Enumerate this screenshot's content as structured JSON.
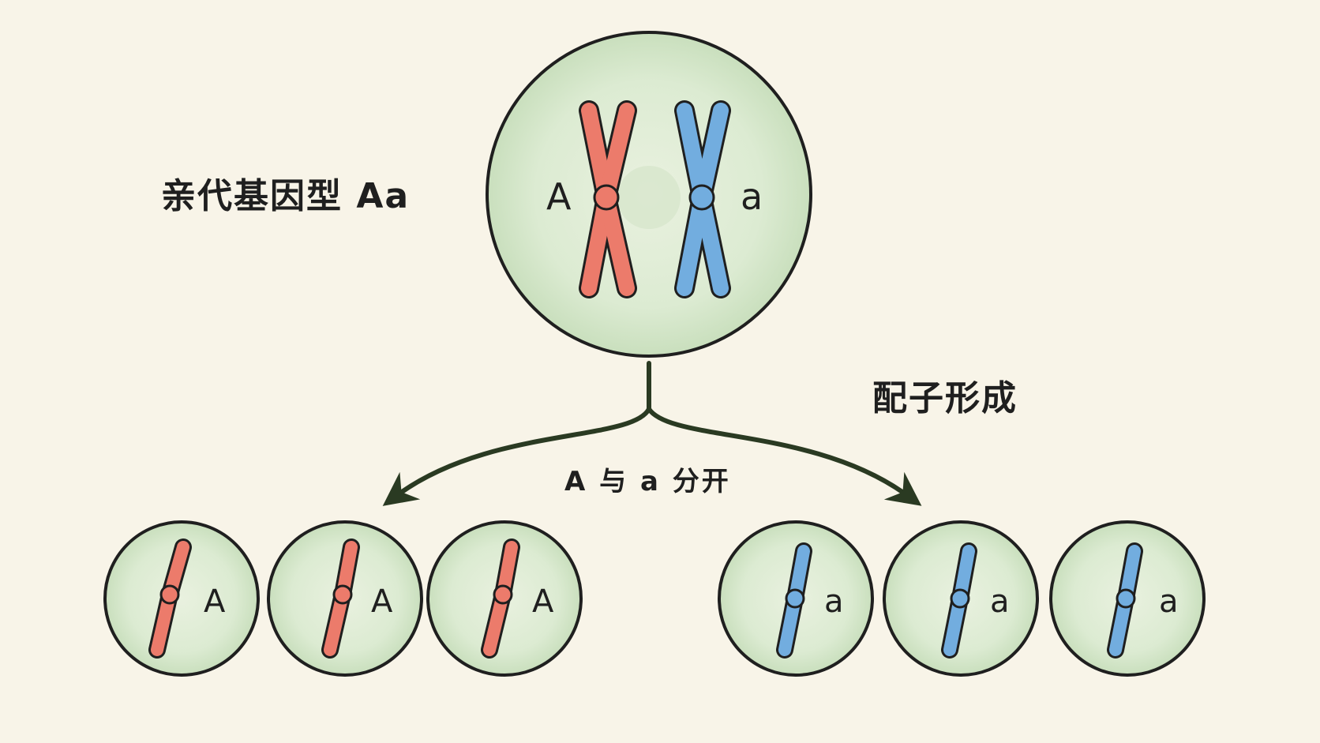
{
  "labels": {
    "parent_genotype": "亲代基因型 Aa",
    "gamete_formation": "配子形成",
    "separation": "A 与 a 分开"
  },
  "parent_cell": {
    "left_allele": "A",
    "right_allele": "a"
  },
  "gametes": [
    {
      "allele": "A"
    },
    {
      "allele": "A"
    },
    {
      "allele": "A"
    },
    {
      "allele": "a"
    },
    {
      "allele": "a"
    },
    {
      "allele": "a"
    }
  ],
  "colors": {
    "background": "#f8f4e8",
    "cell_fill": "#dcebd2",
    "outline": "#1f1f1f",
    "red_chromosome": "#ec7b6b",
    "blue_chromosome": "#72addf",
    "arrow": "#2a3a22"
  }
}
